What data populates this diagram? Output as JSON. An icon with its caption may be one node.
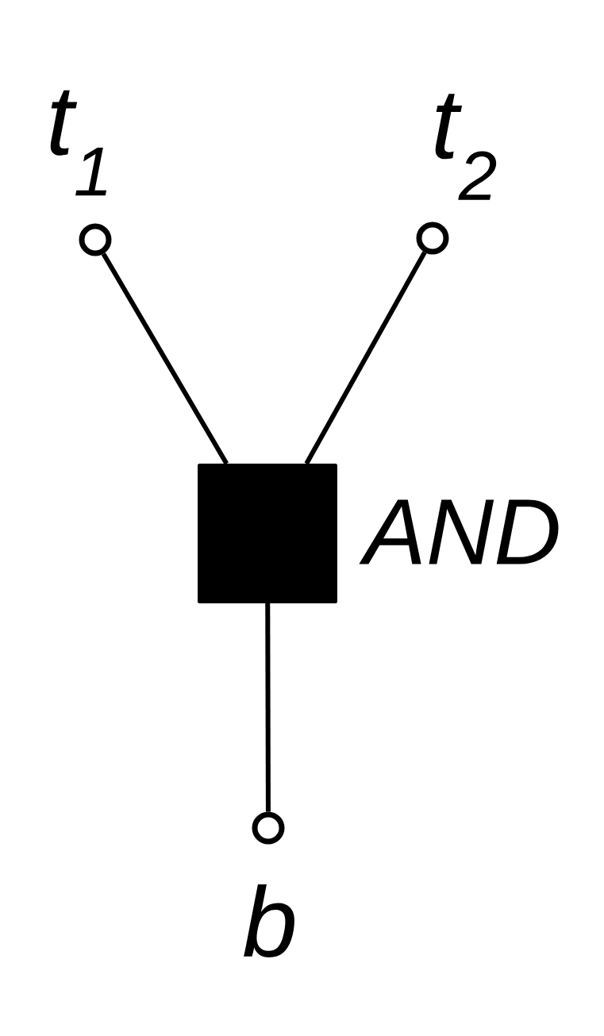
{
  "diagram": {
    "nodes": [
      {
        "text": [
          "t$_{1}$"
        ]
      },
      {
        "text": [
          "t$_{2}$"
        ]
      },
      {
        "text": [
          "AND"
        ]
      },
      {
        "text": [
          "b"
        ]
      }
    ],
    "edges": [
      {
        "from": 0,
        "to": 2,
        "arrow": "none"
      },
      {
        "from": 1,
        "to": 2,
        "arrow": "none"
      },
      {
        "from": 2,
        "to": 3,
        "arrow": "none"
      }
    ]
  }
}
